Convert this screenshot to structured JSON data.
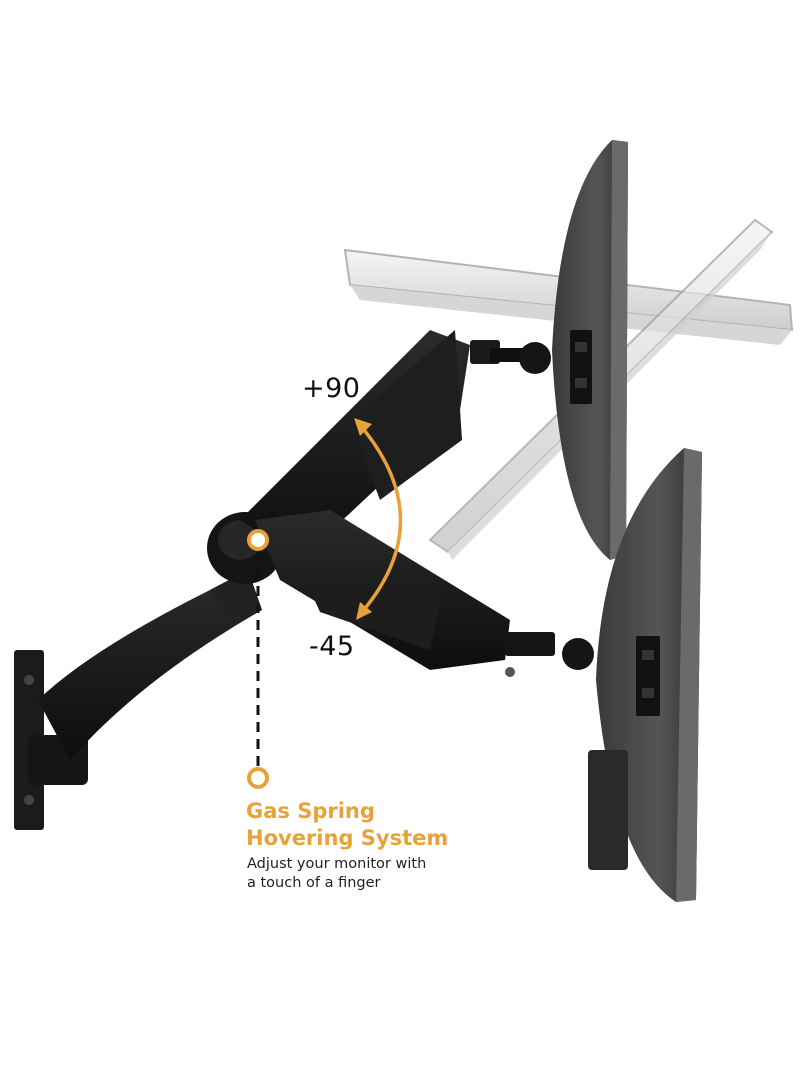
{
  "annotations": {
    "angle_up": "+90",
    "angle_down": "-45"
  },
  "feature": {
    "title_line1": "Gas Spring",
    "title_line2": "Hovering System",
    "desc_line1": "Adjust your monitor with",
    "desc_line2": "a touch of a finger"
  },
  "colors": {
    "accent": "#e8a23a",
    "arm": "#1a1a1a",
    "monitor_back": "#4a4a4a",
    "ghost_monitor": "#d8d8d8"
  }
}
